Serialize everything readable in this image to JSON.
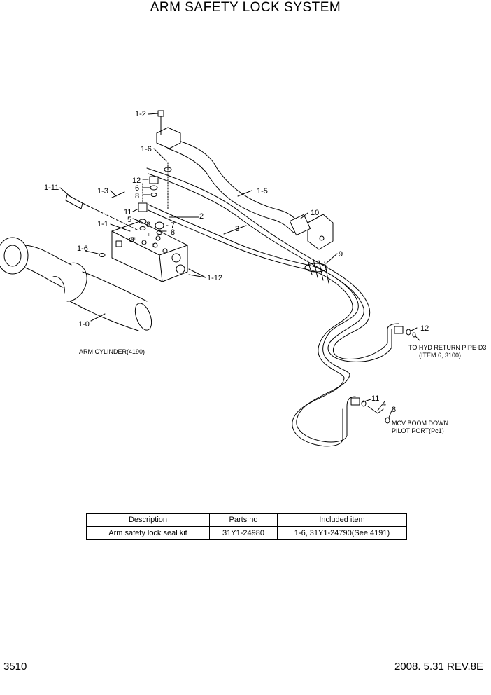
{
  "title": "ARM SAFETY LOCK SYSTEM",
  "callouts": {
    "c1_2": "1-2",
    "c1_6a": "1-6",
    "c12a": "12",
    "c6": "6",
    "c8a": "8",
    "c1_11": "1-11",
    "c1_3": "1-3",
    "c11a": "11",
    "c5": "5",
    "c8b": "8",
    "c7": "7",
    "c8c": "8",
    "c2": "2",
    "c3": "3",
    "c1_5": "1-5",
    "c10": "10",
    "c1_1": "1-1",
    "c1_6b": "1-6",
    "c9": "9",
    "c1_12": "1-12",
    "c1_0": "1-0",
    "c12b": "12",
    "c11b": "11",
    "c4": "4",
    "c8d": "8"
  },
  "port_marks": {
    "pi": "PI",
    "t": "T",
    "e": "E"
  },
  "notes": {
    "arm_cylinder": "ARM CYLINDER(4190)",
    "return_line1": "TO HYD RETURN PIPE-D3",
    "return_line2": "(ITEM 6, 3100)",
    "mcv_line1": "MCV BOOM DOWN",
    "mcv_line2": "PILOT PORT(Pc1)"
  },
  "table": {
    "headers": [
      "Description",
      "Parts no",
      "Included item"
    ],
    "rows": [
      [
        "Arm safety lock seal kit",
        "31Y1-24980",
        "1-6, 31Y1-24790(See 4191)"
      ]
    ]
  },
  "footer": {
    "page_number": "3510",
    "revision": "2008. 5.31 REV.8E"
  }
}
